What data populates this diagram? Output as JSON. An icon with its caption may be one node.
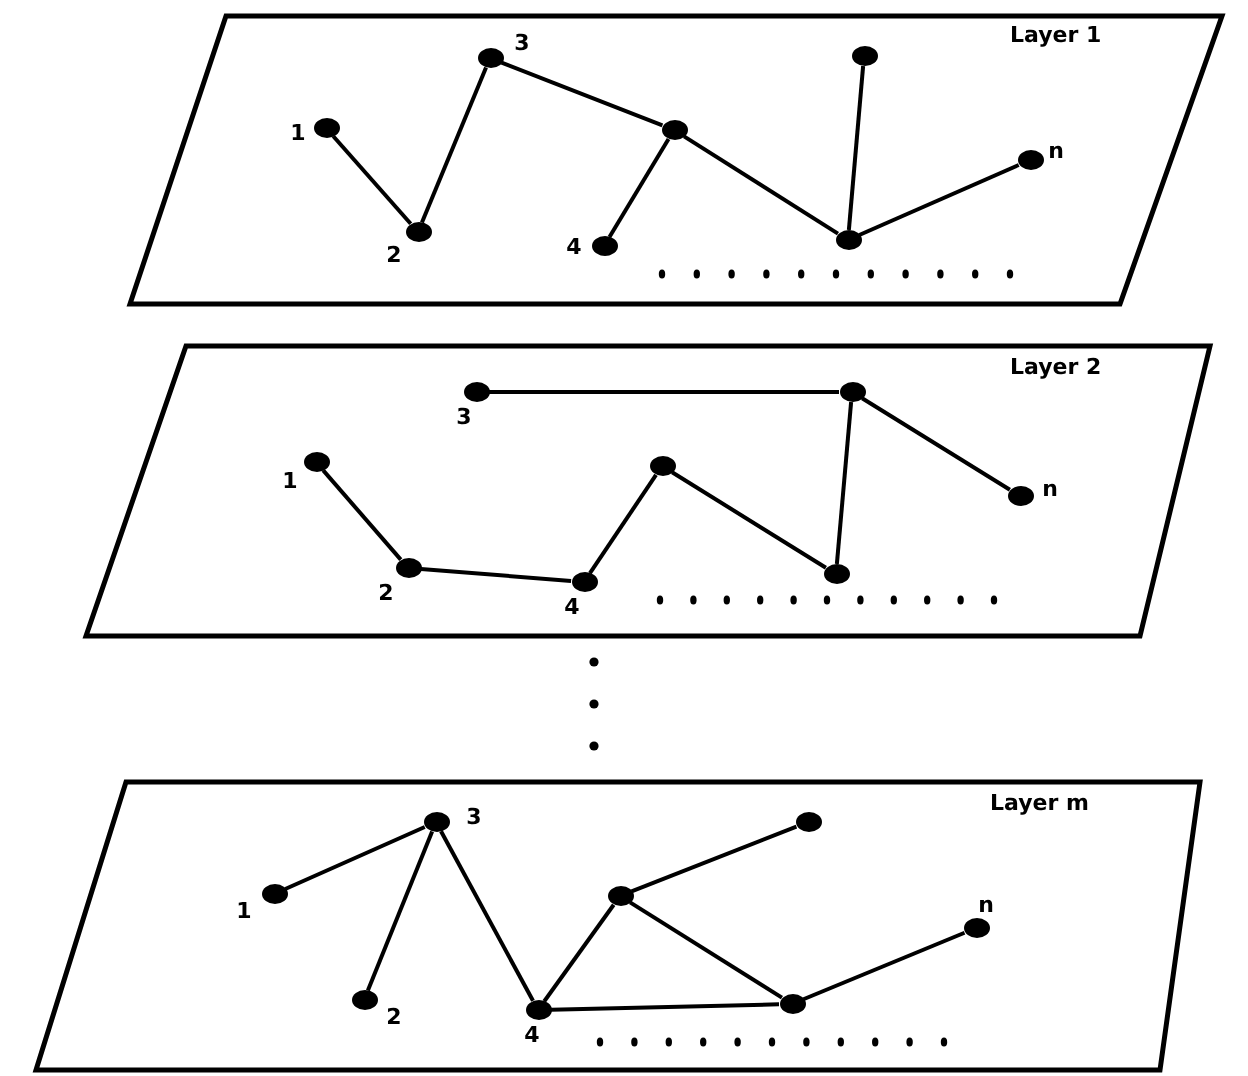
{
  "diagram": {
    "nodes": [
      {
        "text": [
          "Layer 1"
        ]
      },
      {
        "text": [],
        "shape": "circle",
        "in": 0,
        "beside": [
          "1"
        ]
      },
      {
        "text": [],
        "shape": "circle",
        "in": 0,
        "beside": [
          "2"
        ]
      },
      {
        "text": [],
        "shape": "circle",
        "in": 0,
        "beside": [
          "3"
        ]
      },
      {
        "text": [],
        "shape": "circle",
        "in": 0
      },
      {
        "text": [],
        "shape": "circle",
        "in": 0,
        "beside": [
          "4"
        ]
      },
      {
        "text": [],
        "shape": "circle",
        "in": 0
      },
      {
        "text": [],
        "shape": "circle",
        "in": 0
      },
      {
        "text": [],
        "shape": "circle",
        "in": 0,
        "beside": [
          "n"
        ]
      },
      {
        "text": [
          "Layer 2"
        ]
      },
      {
        "text": [],
        "shape": "circle",
        "in": 9,
        "beside": [
          "1"
        ]
      },
      {
        "text": [],
        "shape": "circle",
        "in": 9,
        "beside": [
          "2"
        ]
      },
      {
        "text": [],
        "shape": "circle",
        "in": 9,
        "beside": [
          "4"
        ]
      },
      {
        "text": [],
        "shape": "circle",
        "in": 9
      },
      {
        "text": [],
        "shape": "circle",
        "in": 9
      },
      {
        "text": [],
        "shape": "circle",
        "in": 9,
        "beside": [
          "3"
        ]
      },
      {
        "text": [],
        "shape": "circle",
        "in": 9
      },
      {
        "text": [],
        "shape": "circle",
        "in": 9,
        "beside": [
          "n"
        ]
      },
      {
        "text": [
          "Layer m"
        ]
      },
      {
        "text": [],
        "shape": "circle",
        "in": 18,
        "beside": [
          "1"
        ]
      },
      {
        "text": [],
        "shape": "circle",
        "in": 18,
        "beside": [
          "3"
        ]
      },
      {
        "text": [],
        "shape": "circle",
        "in": 18,
        "beside": [
          "2"
        ]
      },
      {
        "text": [],
        "shape": "circle",
        "in": 18,
        "beside": [
          "4"
        ]
      },
      {
        "text": [],
        "shape": "circle",
        "in": 18
      },
      {
        "text": [],
        "shape": "circle",
        "in": 18
      },
      {
        "text": [],
        "shape": "circle",
        "in": 18
      },
      {
        "text": [],
        "shape": "circle",
        "in": 18,
        "beside": [
          "n"
        ]
      }
    ],
    "edges": [
      {
        "from": 1,
        "to": 2,
        "arrow": "none"
      },
      {
        "from": 2,
        "to": 3,
        "arrow": "none"
      },
      {
        "from": 3,
        "to": 4,
        "arrow": "none"
      },
      {
        "from": 4,
        "to": 5,
        "arrow": "none"
      },
      {
        "from": 4,
        "to": 6,
        "arrow": "none"
      },
      {
        "from": 6,
        "to": 7,
        "arrow": "none"
      },
      {
        "from": 6,
        "to": 8,
        "arrow": "none"
      },
      {
        "from": 10,
        "to": 11,
        "arrow": "none"
      },
      {
        "from": 11,
        "to": 12,
        "arrow": "none"
      },
      {
        "from": 12,
        "to": 13,
        "arrow": "none"
      },
      {
        "from": 13,
        "to": 14,
        "arrow": "none"
      },
      {
        "from": 14,
        "to": 16,
        "arrow": "none"
      },
      {
        "from": 15,
        "to": 16,
        "arrow": "none"
      },
      {
        "from": 16,
        "to": 17,
        "arrow": "none"
      },
      {
        "from": 19,
        "to": 20,
        "arrow": "none"
      },
      {
        "from": 20,
        "to": 21,
        "arrow": "none"
      },
      {
        "from": 20,
        "to": 22,
        "arrow": "none"
      },
      {
        "from": 22,
        "to": 23,
        "arrow": "none"
      },
      {
        "from": 23,
        "to": 24,
        "arrow": "none"
      },
      {
        "from": 23,
        "to": 25,
        "arrow": "none"
      },
      {
        "from": 22,
        "to": 25,
        "arrow": "none"
      },
      {
        "from": 25,
        "to": 26,
        "arrow": "none"
      }
    ]
  }
}
